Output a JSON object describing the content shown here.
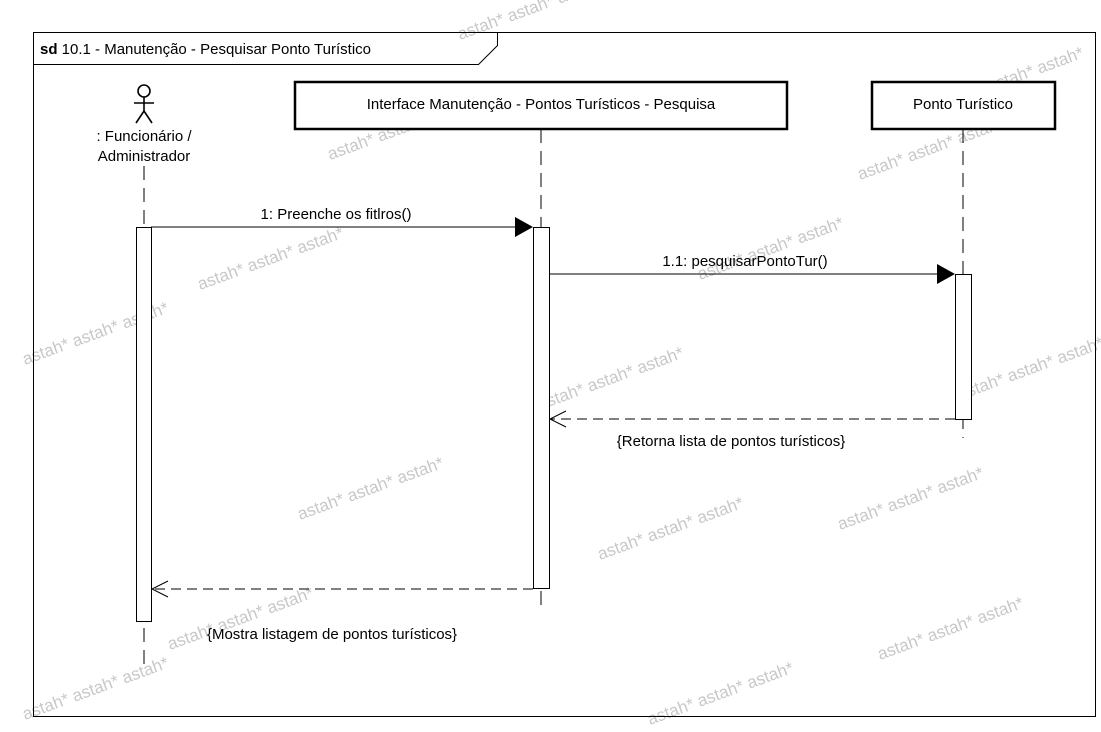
{
  "frame": {
    "keyword": "sd",
    "title": " 10.1 - Manutenção - Pesquisar Ponto Turístico"
  },
  "actor": {
    "name_line1": ": Funcionário /",
    "name_line2": "Administrador"
  },
  "lifelines": {
    "interface": "Interface Manutenção - Pontos Turísticos - Pesquisa",
    "ponto": "Ponto Turístico"
  },
  "messages": {
    "m1": "1: Preenche os fitlros()",
    "m1_1": "1.1: pesquisarPontoTur()",
    "r1_1": "{Retorna lista de pontos turísticos}",
    "r1": "{Mostra listagem de pontos turísticos}"
  },
  "watermark": {
    "text": "astah* astah* astah*"
  }
}
